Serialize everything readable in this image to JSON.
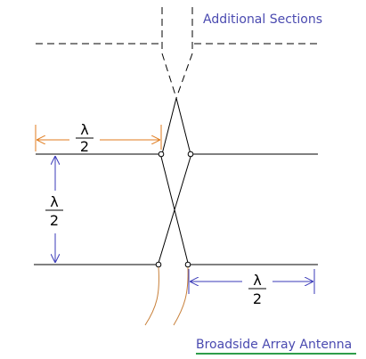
{
  "diagram": {
    "top_label": "Additional Sections",
    "bottom_label": "Broadside Array Antenna",
    "spacing_symbol": "λ",
    "spacing_divisor": "2",
    "colors": {
      "line": "#000000",
      "dimension": "#e07b1c",
      "vertical_dimension": "#3a3ab8",
      "label_text": "#4a4ab0",
      "underline": "#2e9e4a"
    }
  }
}
